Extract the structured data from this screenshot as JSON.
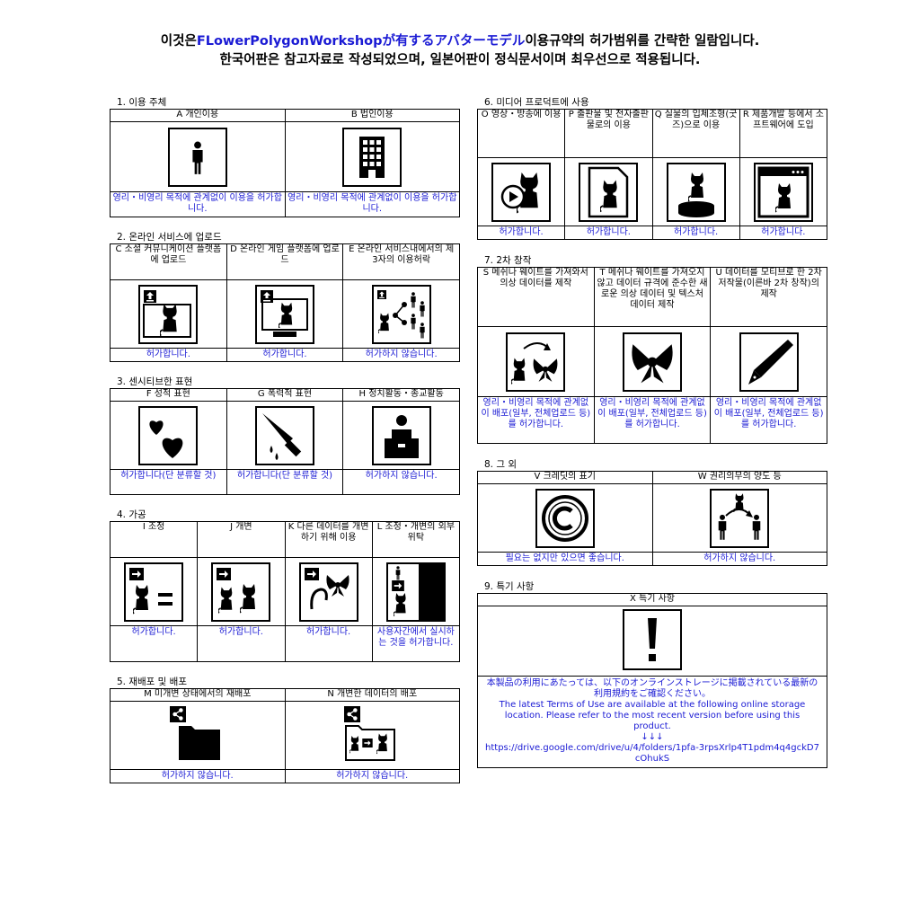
{
  "header": {
    "line1_pre": "이것은",
    "line1_brand": "FLowerPolygonWorkshop",
    "line1_blue_jp": "が有するアバターモデル",
    "line1_post": "이용규약의 허가범위를 간략한 일람입니다.",
    "line2": "한국어판은 참고자료로 작성되었으며, 일본어판이 정식문서이며 최우선으로 적용됩니다."
  },
  "s1": {
    "title": "1. 이용 주체",
    "items": [
      {
        "head": "A 개인이용",
        "foot": "영리・비영리 목적에 관계없이 이용을 허가합니다.",
        "icon": "person-icon"
      },
      {
        "head": "B 법인이용",
        "foot": "영리・비영리 목적에 관계없이 이용을 허가합니다.",
        "icon": "building-icon"
      }
    ]
  },
  "s2": {
    "title": "2. 온라인 서비스에 업로드",
    "items": [
      {
        "head": "C 소셜 커뮤니케이션 플랫폼에 업로드",
        "foot": "허가합니다.",
        "icon": "upload-social-icon"
      },
      {
        "head": "D 온라인 게임 플랫폼에 업로드",
        "foot": "허가합니다.",
        "icon": "upload-game-icon"
      },
      {
        "head": "E 온라인 서비스내에서의 제 3자의 이용허락",
        "foot": "허가하지 않습니다.",
        "icon": "share-third-party-icon"
      }
    ]
  },
  "s3": {
    "title": "3. 센시티브한 표현",
    "items": [
      {
        "head": "F 성적 표현",
        "foot": "허가합니다(단 분류할 것)",
        "icon": "hearts-icon"
      },
      {
        "head": "G 폭력적 표현",
        "foot": "허가합니다(단 분류할 것)",
        "icon": "knife-icon"
      },
      {
        "head": "H 정치활동・종교활동",
        "foot": "허가하지 않습니다.",
        "icon": "podium-icon"
      }
    ]
  },
  "s4": {
    "title": "4. 가공",
    "items": [
      {
        "head": "I 조정",
        "foot": "허가합니다.",
        "icon": "adjust-icon"
      },
      {
        "head": "J 개변",
        "foot": "허가합니다.",
        "icon": "modify-icon"
      },
      {
        "head": "K 다른 데이터를 개변하기 위해 이용",
        "foot": "허가합니다.",
        "icon": "reuse-icon"
      },
      {
        "head": "L 조정・개변의 외부위탁",
        "foot": "사용자간에서 실시하는 것을 허가합니다.",
        "icon": "outsource-icon"
      }
    ]
  },
  "s5": {
    "title": "5. 재배포 및 배포",
    "items": [
      {
        "head": "M 미개변 상태에서의 재배포",
        "foot": "허가하지 않습니다.",
        "icon": "redistribute-icon"
      },
      {
        "head": "N 개변한 데이터의 배포",
        "foot": "허가하지 않습니다.",
        "icon": "distribute-modified-icon"
      }
    ]
  },
  "s6": {
    "title": "6. 미디어 프로덕트에 사용",
    "items": [
      {
        "head": "O 영상・방송에 이용",
        "foot": "허가합니다.",
        "icon": "video-icon"
      },
      {
        "head": "P 출판물 및 전자출판물로의 이용",
        "foot": "허가합니다.",
        "icon": "publication-icon"
      },
      {
        "head": "Q 실물의 입체조형(굿즈)으로 이용",
        "foot": "허가합니다.",
        "icon": "figure-icon"
      },
      {
        "head": "R 제품개발 등에서 소프트웨어에 도입",
        "foot": "허가합니다.",
        "icon": "software-icon"
      }
    ]
  },
  "s7": {
    "title": "7. 2차 창작",
    "items": [
      {
        "head": "S 메쉬나 웨이트를 가져와서 의상 데이터를 제작",
        "foot": "영리・비영리 목적에 관계없이 배포(일부, 전체업로드 등)를 허가합니다.",
        "icon": "mesh-icon"
      },
      {
        "head": "T 메쉬나 웨이트를 가져오지 않고 데이터 규격에 준수한 새로운 의상 데이터 및 텍스처 데이터 제작",
        "foot": "영리・비영리 목적에 관계없이 배포(일부, 전체업로드 등)를 허가합니다.",
        "icon": "costume-icon"
      },
      {
        "head": "U 데이터를 모티브로 한 2차 저작물(이른바 2차 창작)의 제작",
        "foot": "영리・비영리 목적에 관계없이 배포(일부, 전체업로드 등)를 허가합니다.",
        "icon": "pen-icon"
      }
    ]
  },
  "s8": {
    "title": "8. 그 외",
    "items": [
      {
        "head": "V 크레딧의 표기",
        "foot": "필요는 없지만 있으면 좋습니다.",
        "icon": "copyright-icon"
      },
      {
        "head": "W 권리의무의 양도 등",
        "foot": "허가하지 않습니다.",
        "icon": "transfer-icon"
      }
    ]
  },
  "s9": {
    "title": "9. 특기 사항",
    "head": "X 특기 사항",
    "icon": "exclamation-icon",
    "foot_jp": "本製品の利用にあたっては、以下のオンラインストレージに掲載されている最新の利用規約をご確認ください。",
    "foot_en": "The latest Terms of Use are available at the following online storage location. Please refer to the most recent version before using this product.",
    "arrows": "↓↓↓",
    "url": "https://drive.google.com/drive/u/4/folders/1pfa-3rpsXrlp4T1pdm4q4gckD7cOhukS"
  }
}
